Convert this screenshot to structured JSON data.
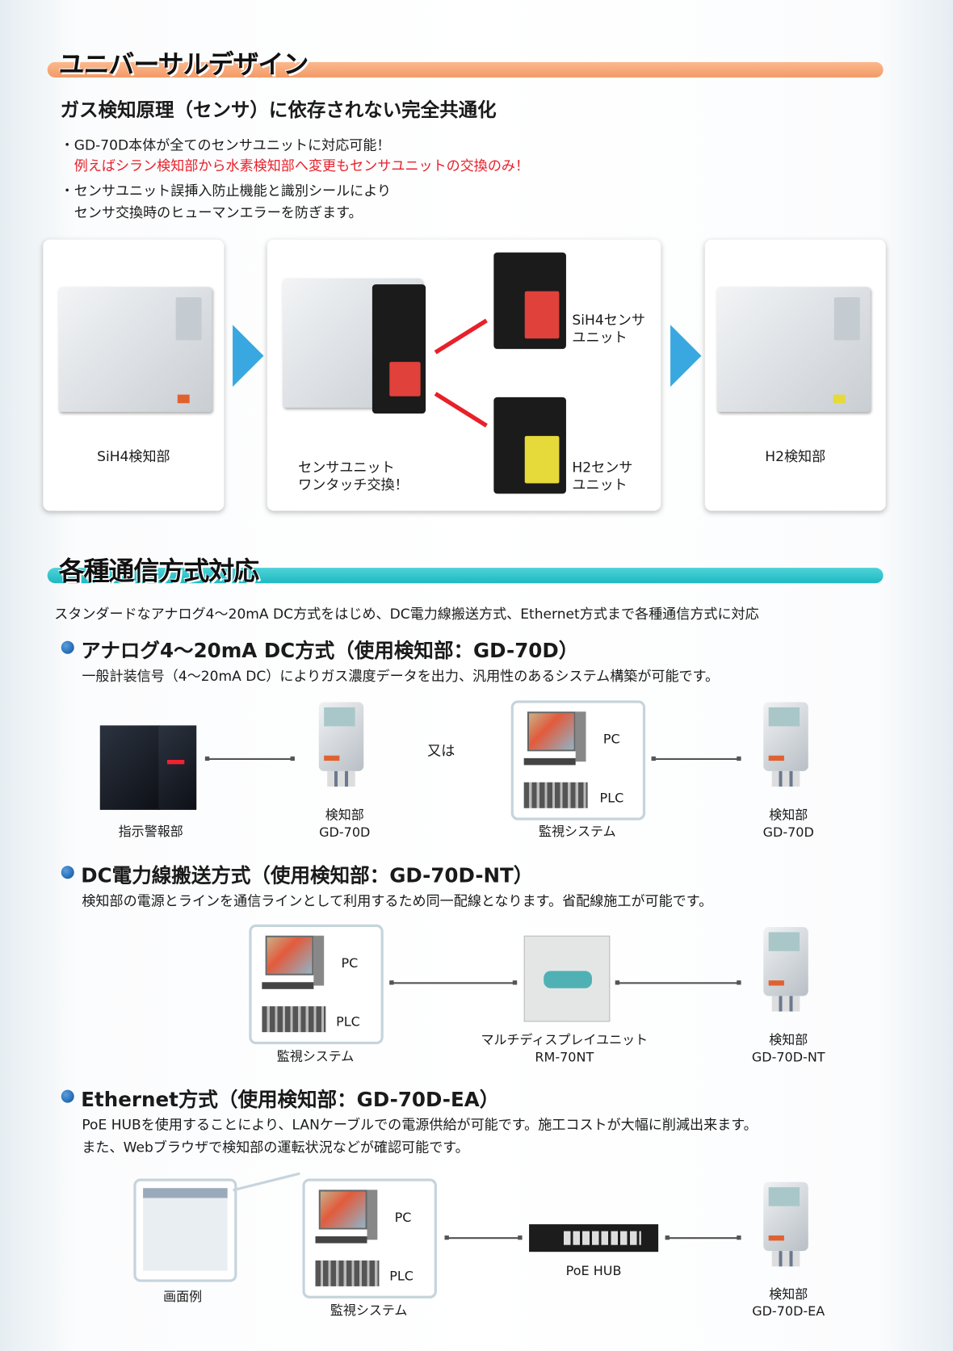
{
  "section1": {
    "title": "ユニバーサルデザイン",
    "subtitle": "ガス検知原理（センサ）に依存されない完全共通化",
    "bullet1": "・GD-70D本体が全てのセンサユニットに対応可能！",
    "bullet1_red": "例えばシラン検知部から水素検知部へ変更もセンサユニットの交換のみ！",
    "bullet2": "・センサユニット誤挿入防止機能と識別シールにより",
    "bullet2_cont": "センサ交換時のヒューマンエラーを防ぎます。",
    "card1_label": "SiH4検知部",
    "card2_label1": "センサユニット",
    "card2_label2": "ワンタッチ交換！",
    "sih4_unit1": "SiH4センサ",
    "sih4_unit2": "ユニット",
    "h2_unit1": "H2センサ",
    "h2_unit2": "ユニット",
    "card3_label": "H2検知部",
    "accent": "#f7a06c",
    "red": "#e8202a"
  },
  "section2": {
    "title": "各種通信方式対応",
    "intro": "スタンダードなアナログ4〜20mA DC方式をはじめ、DC電力線搬送方式、Ethernet方式まで各種通信方式に対応",
    "accent": "#22bcc4",
    "analog": {
      "heading": "アナログ4〜20mA DC方式（使用検知部：GD-70D）",
      "desc": "一般計装信号（4〜20mA DC）によりガス濃度データを出力、汎用性のあるシステム構築が可能です。",
      "indicator": "指示警報部",
      "det1": "検知部",
      "det1_model": "GD-70D",
      "or": "又は",
      "pc": "PC",
      "plc": "PLC",
      "monitor": "監視システム",
      "det2": "検知部",
      "det2_model": "GD-70D"
    },
    "dc": {
      "heading": "DC電力線搬送方式（使用検知部：GD-70D-NT）",
      "desc": "検知部の電源とラインを通信ラインとして利用するため同一配線となります。省配線施工が可能です。",
      "pc": "PC",
      "plc": "PLC",
      "monitor": "監視システム",
      "multi": "マルチディスプレイユニット",
      "multi_model": "RM-70NT",
      "det": "検知部",
      "det_model": "GD-70D-NT"
    },
    "eth": {
      "heading": "Ethernet方式（使用検知部：GD-70D-EA）",
      "desc1": "PoE HUBを使用することにより、LANケーブルでの電源供給が可能です。施工コストが大幅に削減出来ます。",
      "desc2": "また、Webブラウザで検知部の運転状況などが確認可能です。",
      "screen": "画面例",
      "pc": "PC",
      "plc": "PLC",
      "monitor": "監視システム",
      "hub": "PoE HUB",
      "det": "検知部",
      "det_model": "GD-70D-EA"
    }
  }
}
